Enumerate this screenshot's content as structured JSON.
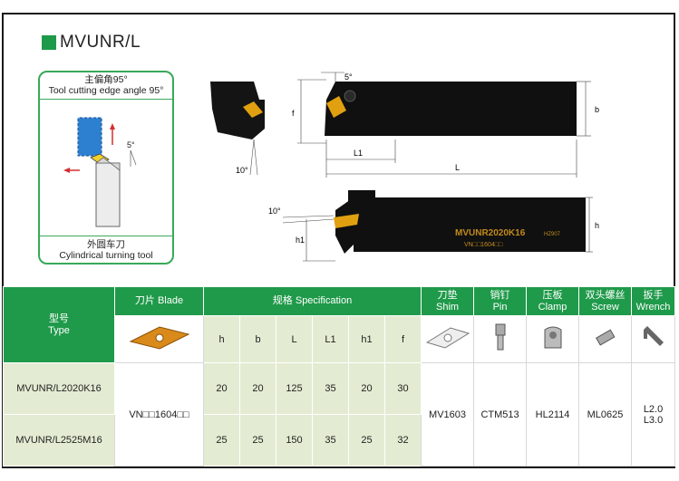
{
  "title": "MVUNR/L",
  "left_panel": {
    "top_cn": "主偏角95°",
    "top_en": "Tool cutting edge angle 95°",
    "bottom_cn": "外圆车刀",
    "bottom_en": "Cylindrical turning tool",
    "angle_label": "5°"
  },
  "drawing": {
    "top_angle": "5°",
    "label_f": "f",
    "label_b": "b",
    "label_L1": "L1",
    "label_L": "L",
    "label_10a": "10°",
    "label_10b": "10°",
    "label_h1": "h1",
    "label_h": "h",
    "engrave_main": "MVUNR2020K16",
    "engrave_small": "HZ907",
    "engrave_insert": "VN□□1604□□"
  },
  "table": {
    "header": {
      "type_cn": "型号",
      "type_en": "Type",
      "blade": "刀片 Blade",
      "spec": "规格 Specification",
      "shim_cn": "刀垫",
      "shim_en": "Shim",
      "pin_cn": "销钉",
      "pin_en": "Pin",
      "clamp_cn": "压板",
      "clamp_en": "Clamp",
      "screw_cn": "双头螺丝",
      "screw_en": "Screw",
      "wrench_cn": "扳手",
      "wrench_en": "Wrench"
    },
    "columns": [
      "h",
      "b",
      "L",
      "L1",
      "h1",
      "f"
    ],
    "rows": [
      {
        "type": "MVUNR/L2020K16",
        "values": [
          "20",
          "20",
          "125",
          "35",
          "20",
          "30"
        ]
      },
      {
        "type": "MVUNR/L2525M16",
        "values": [
          "25",
          "25",
          "150",
          "35",
          "25",
          "32"
        ]
      }
    ],
    "blade": "VN□□1604□□",
    "shim": "MV1603",
    "pin": "CTM513",
    "clamp": "HL2114",
    "screw": "ML0625",
    "wrench_1": "L2.0",
    "wrench_2": "L3.0"
  }
}
